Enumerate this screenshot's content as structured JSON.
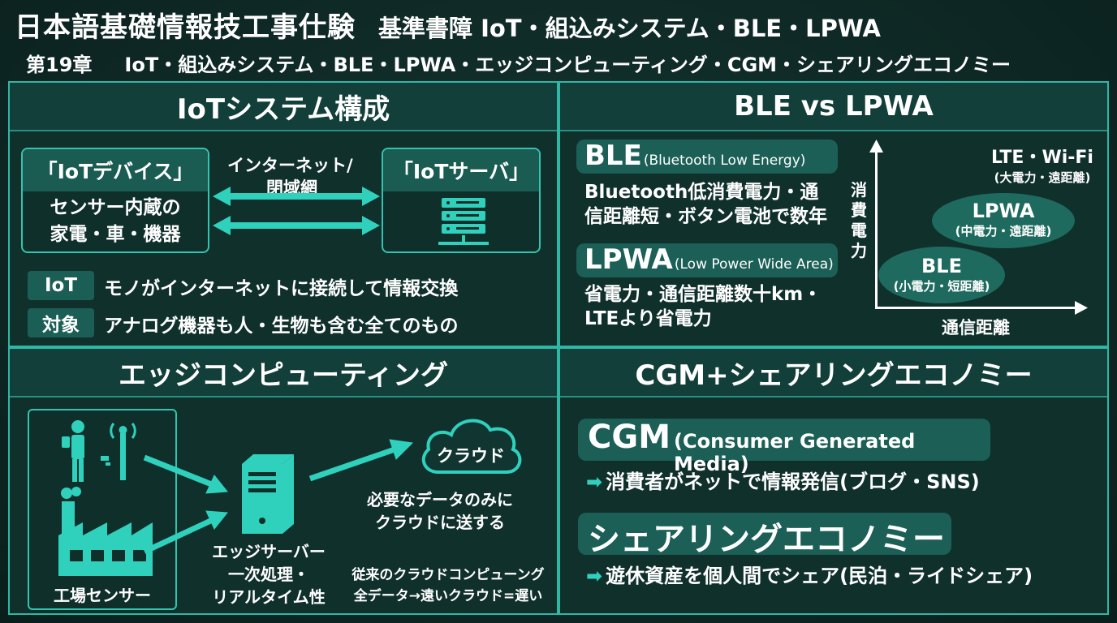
{
  "header": {
    "main_title": "日本語基礎情報技工事仕験",
    "subtitle": "基準書障 IoT・組込みシステム・BLE・LPWA",
    "chapter": "第19章",
    "chapter_topics": "IoT・組込みシステム・BLE・LPWA・エッジコンピューティング・CGM・シェアリングエコノミー"
  },
  "iot": {
    "title": "IoTシステム構成",
    "device_head": "「IoTデバイス」",
    "device_body_1": "センサー内蔵の",
    "device_body_2": "家電・車・機器",
    "network_1": "インターネット/",
    "network_2": "閉域網",
    "server_head": "「IoTサーバ」",
    "rows": [
      {
        "tag": "IoT",
        "text": "モノがインターネットに接続して情報交換"
      },
      {
        "tag": "対象",
        "text": "アナログ機器も人・生物も含む全てのもの"
      }
    ]
  },
  "ble": {
    "title": "BLE vs LPWA",
    "ble_big": "BLE",
    "ble_small": "(Bluetooth Low Energy)",
    "ble_desc_1": "Bluetooth低消費電力・通",
    "ble_desc_2": "信距離短・ボタン電池で数年",
    "lpwa_big": "LPWA",
    "lpwa_small": "(Low Power Wide Area)",
    "lpwa_desc_1": "省電力・通信距離数十km・",
    "lpwa_desc_2": "LTEより省電力",
    "chart": {
      "y_label": [
        "消",
        "費",
        "電",
        "力"
      ],
      "x_label": "通信距離",
      "lte_name": "LTE・Wi-Fi",
      "lte_desc": "(大電力・遠距離)",
      "lpwa_name": "LPWA",
      "lpwa_desc": "(中電力・遠距離)",
      "ble_name": "BLE",
      "ble_desc": "(小電力・短距離)"
    }
  },
  "edge": {
    "title": "エッジコンピューティング",
    "factory_label": "工場センサー",
    "server_label_1": "エッジサーバー",
    "server_label_2": "一次処理・",
    "server_label_3": "リアルタイム性",
    "cloud_label": "クラウド",
    "note_1": "必要なデータのみに",
    "note_2": "クラウドに送する",
    "legacy_1": "従来のクラウドコンピューング",
    "legacy_2": "全データ→遠いクラウド=遅い"
  },
  "cgm": {
    "title": "CGM+シェアリングエコノミー",
    "cgm_big": "CGM",
    "cgm_small": "(Consumer Generated Media)",
    "cgm_desc": "消費者がネットで情報発信(ブログ・SNS)",
    "share_big": "シェアリングエコノミー",
    "share_desc": "遊休資産を個人間でシェア(民泊・ライドシェア)",
    "arrow_glyph": "➡"
  },
  "colors": {
    "accent": "#2fd1bd",
    "panel_border": "#2fb7a6",
    "header_fill": "#1a5b52"
  }
}
